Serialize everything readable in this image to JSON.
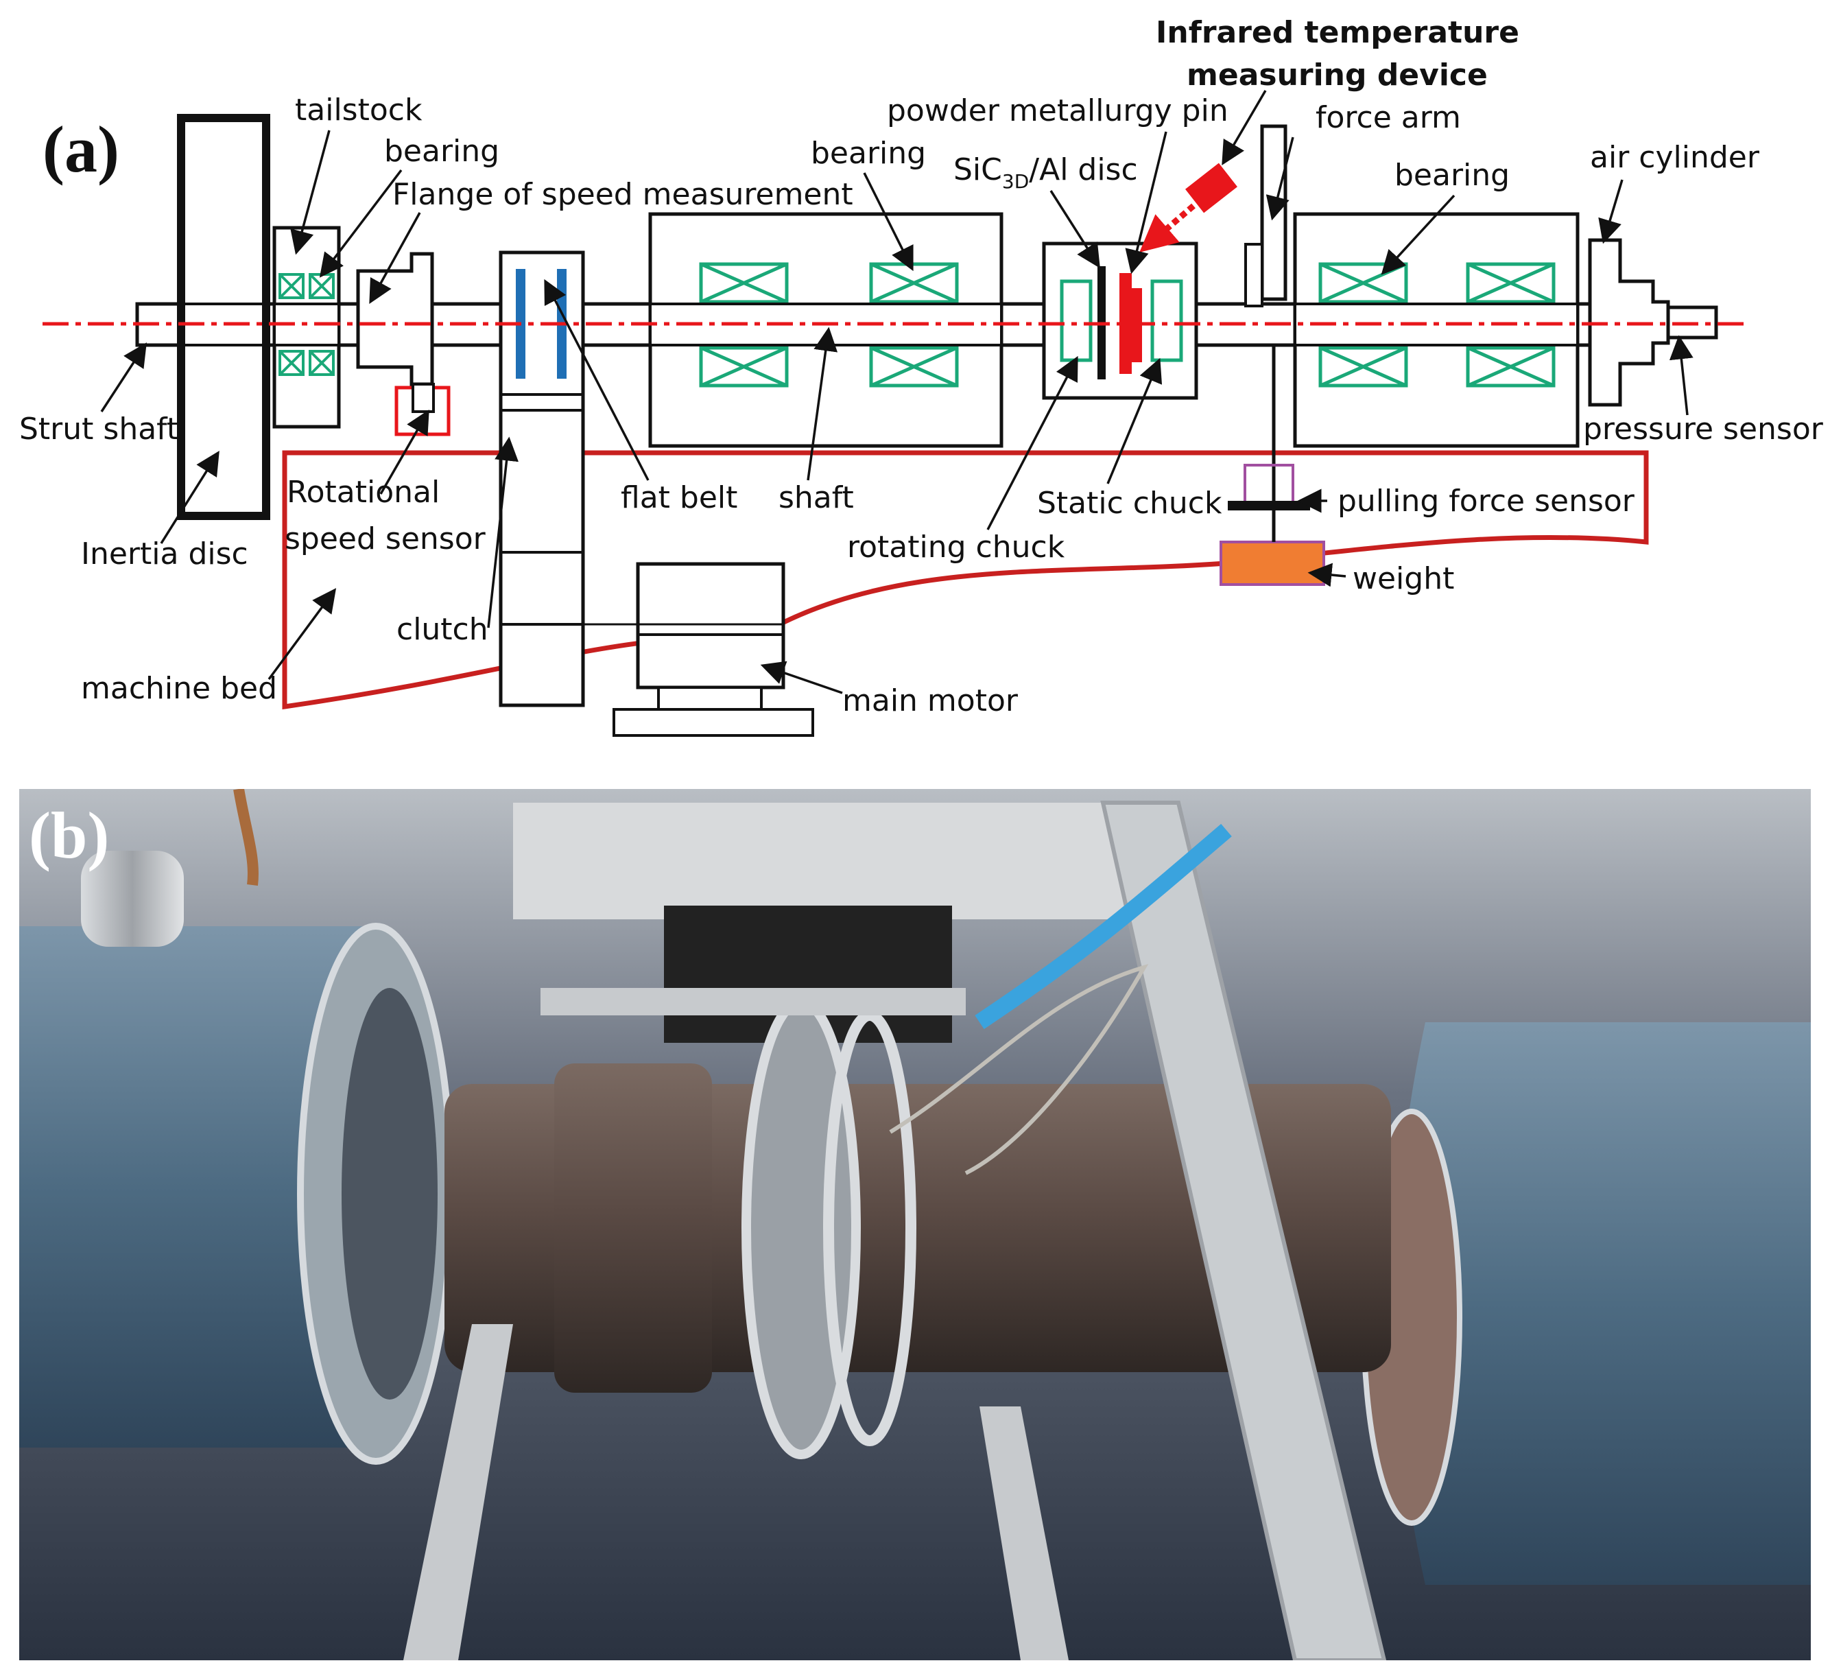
{
  "panel_a": {
    "tag": "(a)",
    "labels": {
      "tailstock": "tailstock",
      "bearing_left": "bearing",
      "flange": "Flange of speed measurement",
      "bearing_mid": "bearing",
      "powder_pin": "powder metallurgy pin",
      "infrared_1": "Infrared temperature",
      "infrared_2": "measuring device",
      "force_arm": "force arm",
      "sic_main": "SiC",
      "sic_sub": "3D",
      "sic_rest": "/Al disc",
      "bearing_right": "bearing",
      "air_cylinder": "air cylinder",
      "strut_shaft": "Strut shaft",
      "pressure_sensor": "pressure sensor",
      "rotational_1": "Rotational",
      "rotational_2": "speed sensor",
      "flat_belt": "flat belt",
      "shaft": "shaft",
      "static_chuck": "Static chuck",
      "pulling_force": "pulling force  sensor",
      "inertia_disc": "Inertia disc",
      "rotating_chuck": "rotating chuck",
      "weight": "weight",
      "clutch": "clutch",
      "machine_bed": "machine bed",
      "main_motor": "main motor"
    },
    "colors": {
      "line": "#111111",
      "bearing": "#1aa878",
      "belt": "#1f6fb5",
      "bed": "#c8201f",
      "pin": "#e8161b",
      "weight": "#f07d32",
      "weight_stroke": "#a14fa0"
    }
  },
  "panel_b": {
    "tag": "(b)",
    "colors": {
      "housing": "#4d6b82",
      "background": "#3b4658",
      "shaft": "#5a4a44",
      "metal": "#b9bcc0",
      "tube": "#3aa3de"
    }
  }
}
